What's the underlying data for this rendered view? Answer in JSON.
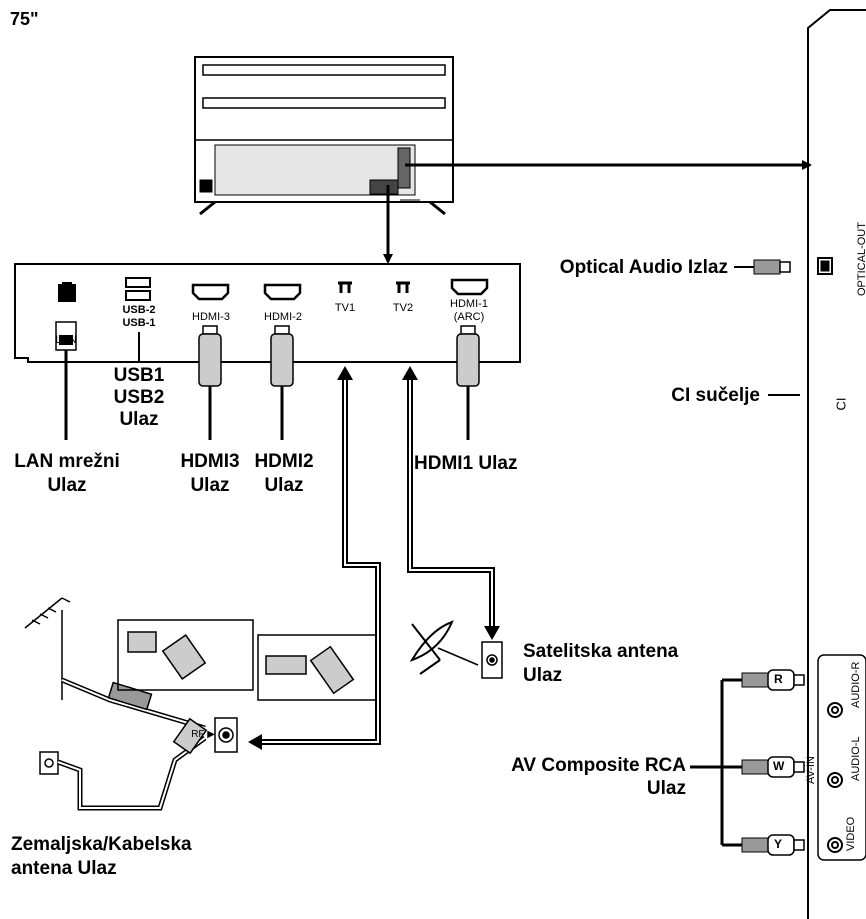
{
  "screen_size": "75\"",
  "ports": {
    "lan": "LAN",
    "usb2": "USB-2",
    "usb1": "USB-1",
    "hdmi3": "HDMI-3",
    "hdmi2": "HDMI-2",
    "tv1": "TV1",
    "tv2": "TV2",
    "hdmi1": "HDMI-1",
    "arc": "(ARC)",
    "rf": "RF ▶"
  },
  "side_panel": {
    "optical_out": "OPTICAL-OUT",
    "ci": "CI",
    "audio_r": "AUDIO-R",
    "audio_l": "AUDIO-L",
    "av_in": "AV-IN",
    "video": "VIDEO",
    "plug_r": "R",
    "plug_w": "W",
    "plug_y": "Y"
  },
  "labels": {
    "lan_line1": "LAN mrežni",
    "lan_line2": "Ulaz",
    "usb_line1": "USB1",
    "usb_line2": "USB2",
    "usb_line3": "Ulaz",
    "hdmi3_line1": "HDMI3",
    "hdmi3_line2": "Ulaz",
    "hdmi2_line1": "HDMI2",
    "hdmi2_line2": "Ulaz",
    "hdmi1": "HDMI1 Ulaz",
    "optical": "Optical Audio Izlaz",
    "ci": "CI sučelje",
    "satellite_line1": "Satelitska antena",
    "satellite_line2": "Ulaz",
    "av_line1": "AV Composite RCA",
    "av_line2": "Ulaz",
    "terrestrial_line1": "Zemaljska/Kabelska",
    "terrestrial_line2": "antena Ulaz"
  }
}
